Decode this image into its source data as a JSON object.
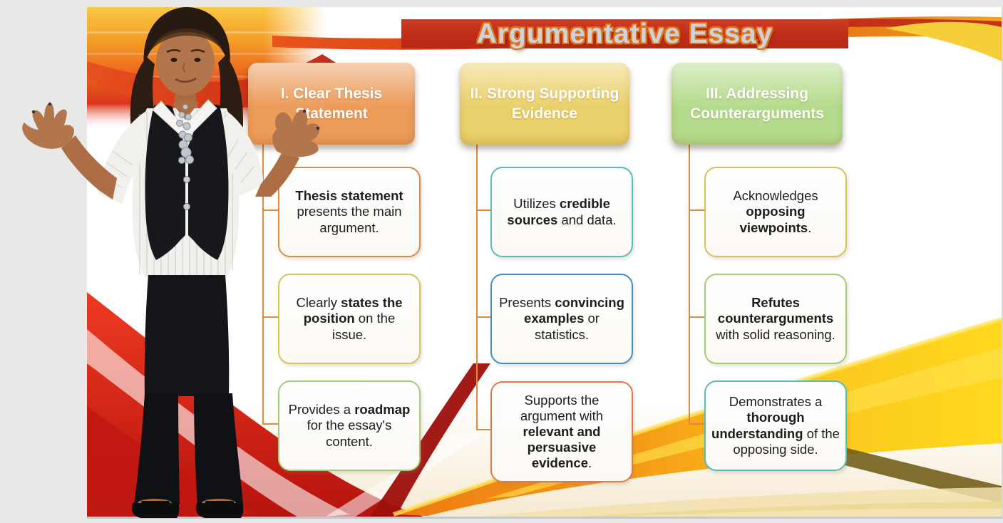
{
  "slide": {
    "title": {
      "text": "Argumentative Essay",
      "banner_color": "#C12E19",
      "text_color": "#CDD3DD",
      "glow_color": "#E0761A"
    },
    "connector_color": "#DE8A3C",
    "columns": [
      {
        "header": {
          "label": "I. Clear Thesis Statement",
          "fill": "#EC9B59"
        },
        "items": [
          {
            "border": "#DC8B3E",
            "segments": [
              {
                "text": "Thesis statement",
                "bold": true
              },
              {
                "text": " presents the main argument.",
                "bold": false
              }
            ]
          },
          {
            "border": "#D9C254",
            "segments": [
              {
                "text": "Clearly ",
                "bold": false
              },
              {
                "text": "states the position",
                "bold": true
              },
              {
                "text": " on the issue.",
                "bold": false
              }
            ]
          },
          {
            "border": "#A2CD73",
            "segments": [
              {
                "text": "Provides a ",
                "bold": false
              },
              {
                "text": "roadmap",
                "bold": true
              },
              {
                "text": " for the essay's content.",
                "bold": false
              }
            ]
          }
        ]
      },
      {
        "header": {
          "label": "II. Strong Supporting Evidence",
          "fill": "#EAD06A"
        },
        "items": [
          {
            "border": "#55BFB3",
            "segments": [
              {
                "text": "Utilizes ",
                "bold": false
              },
              {
                "text": "credible sources",
                "bold": true
              },
              {
                "text": " and data.",
                "bold": false
              }
            ]
          },
          {
            "border": "#4090C5",
            "segments": [
              {
                "text": "Presents ",
                "bold": false
              },
              {
                "text": "convincing examples",
                "bold": true
              },
              {
                "text": " or statistics.",
                "bold": false
              }
            ]
          },
          {
            "border": "#DD7C45",
            "segments": [
              {
                "text": "Supports the argument with ",
                "bold": false
              },
              {
                "text": "relevant and persuasive evidence",
                "bold": true
              },
              {
                "text": ".",
                "bold": false
              }
            ]
          }
        ]
      },
      {
        "header": {
          "label": "III. Addressing Counterarguments",
          "fill": "#B4DB8C"
        },
        "items": [
          {
            "border": "#D9C254",
            "segments": [
              {
                "text": "Acknowledges ",
                "bold": false
              },
              {
                "text": "opposing viewpoints",
                "bold": true
              },
              {
                "text": ".",
                "bold": false
              }
            ]
          },
          {
            "border": "#A2CD73",
            "segments": [
              {
                "text": "Refutes counterarguments",
                "bold": true
              },
              {
                "text": " with solid reasoning.",
                "bold": false
              }
            ]
          },
          {
            "border": "#55BFB3",
            "segments": [
              {
                "text": "Demonstrates a ",
                "bold": false
              },
              {
                "text": "thorough understanding",
                "bold": true
              },
              {
                "text": " of the opposing side.",
                "bold": false
              }
            ]
          }
        ]
      }
    ],
    "decor": {
      "margin_gray": "#E8E8E8",
      "streak_top": [
        "#F9C843",
        "#F49B26",
        "#ED661D",
        "#DC381D"
      ],
      "ribbon_red": "#C1271A",
      "swoosh_red": "#D81E14",
      "swoosh_orange": "#F0821A",
      "swoosh_yellow": "#FFD91E",
      "olive_streak": "#6B5712",
      "cream_band": "#F5E7CD",
      "bottom_edge_line": "#BFCBD8"
    }
  }
}
